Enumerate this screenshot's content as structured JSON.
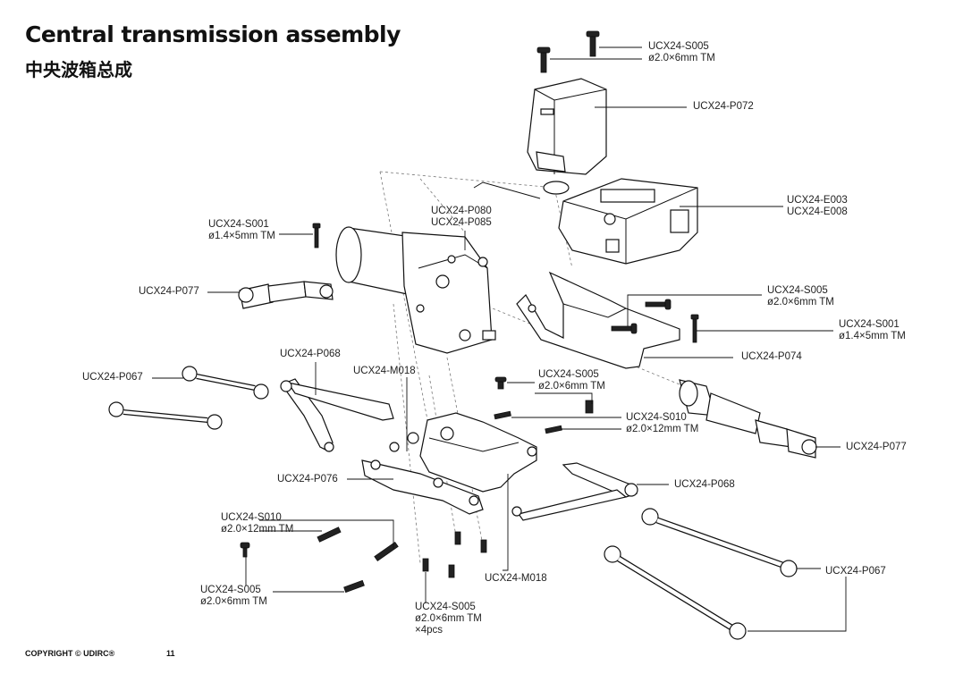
{
  "header": {
    "title": "Central transmission assembly",
    "subtitle": "中央波箱总成"
  },
  "labels": {
    "s005_top": [
      "UCX24-S005",
      "ø2.0×6mm TM"
    ],
    "p072": [
      "UCX24-P072"
    ],
    "e003": [
      "UCX24-E003",
      "UCX24-E008"
    ],
    "s001_left": [
      "UCX24-S001",
      "ø1.4×5mm TM"
    ],
    "p080": [
      "UCX24-P080",
      "UCX24-P085"
    ],
    "p077_left": [
      "UCX24-P077"
    ],
    "s005_right": [
      "UCX24-S005",
      "ø2.0×6mm TM"
    ],
    "s001_right": [
      "UCX24-S001",
      "ø1.4×5mm TM"
    ],
    "p074": [
      "UCX24-P074"
    ],
    "p068_top": [
      "UCX24-P068"
    ],
    "m018_top": [
      "UCX24-M018"
    ],
    "p067_left": [
      "UCX24-P067"
    ],
    "s005_mid": [
      "UCX24-S005",
      "ø2.0×6mm TM"
    ],
    "s010_right": [
      "UCX24-S010",
      "ø2.0×12mm TM"
    ],
    "p077_right": [
      "UCX24-P077"
    ],
    "p076": [
      "UCX24-P076"
    ],
    "p068_right": [
      "UCX24-P068"
    ],
    "s010_left": [
      "UCX24-S010",
      "ø2.0×12mm TM"
    ],
    "p067_right": [
      "UCX24-P067"
    ],
    "m018_bottom": [
      "UCX24-M018"
    ],
    "s005_left": [
      "UCX24-S005",
      "ø2.0×6mm TM"
    ],
    "s005_bottom": [
      "UCX24-S005",
      "ø2.0×6mm TM",
      "×4pcs"
    ]
  },
  "footer": {
    "copyright": "COPYRIGHT © UDIRC®",
    "page_number": "11"
  }
}
